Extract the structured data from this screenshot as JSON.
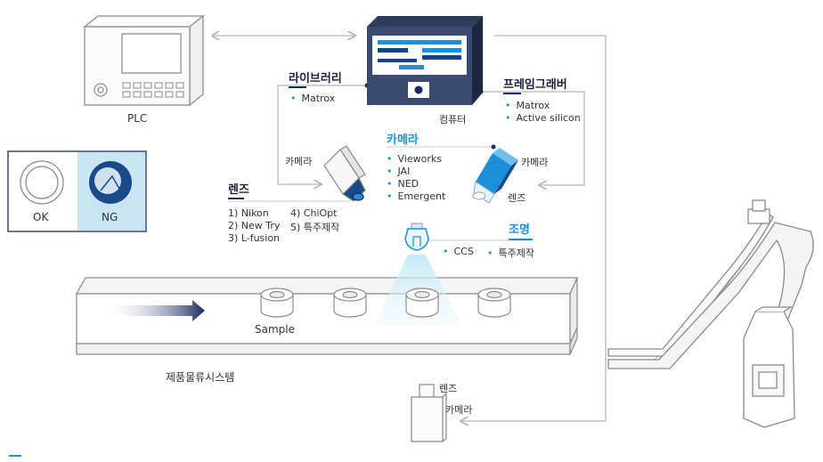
{
  "plc": {
    "label": "PLC"
  },
  "computer": {
    "label": "컴퓨터"
  },
  "library": {
    "title": "라이브러리",
    "items": [
      "Matrox"
    ]
  },
  "framegrabber": {
    "title": "프레임그래버",
    "items": [
      "Matrox",
      "Active silicon"
    ]
  },
  "camera_section": {
    "title": "카메라",
    "items": [
      "Vieworks",
      "JAI",
      "NED",
      "Emergent"
    ]
  },
  "lens_section": {
    "title": "렌즈",
    "items_col1": [
      "1) Nikon",
      "2) New Try",
      "3) L-fusion"
    ],
    "items_col2": [
      "4) ChiOpt",
      "5) 특주제작"
    ]
  },
  "lighting_section": {
    "title": "조명",
    "items": [
      "CCS",
      "특주제작"
    ]
  },
  "camera_left": {
    "label": "카메라"
  },
  "camera_right": {
    "camera_label": "카메라",
    "lens_label": "렌즈"
  },
  "camera_bottom": {
    "lens_label": "렌즈",
    "camera_label": "카메라"
  },
  "inspection": {
    "ok_label": "OK",
    "ng_label": "NG"
  },
  "conveyor": {
    "sample_label": "Sample",
    "system_label": "제품물류시스템"
  },
  "colors": {
    "navy": "#1a2a5e",
    "blue": "#1d8fd9",
    "gray_line": "#b7b7b7"
  }
}
